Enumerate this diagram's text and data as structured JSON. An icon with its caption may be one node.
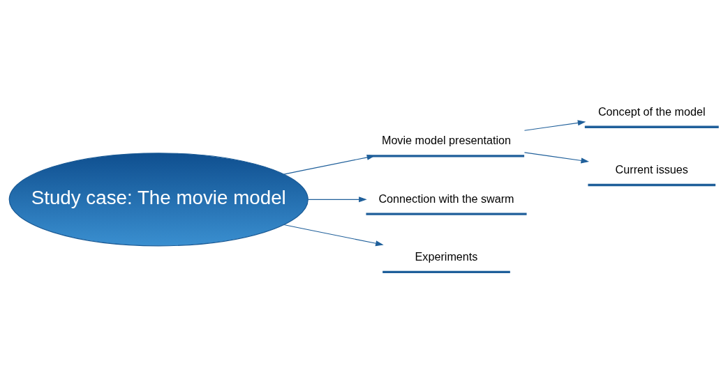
{
  "diagram": {
    "nodes": [
      {
        "text": [
          "Study case: The movie model"
        ]
      },
      {
        "text": [
          "Movie model presentation"
        ]
      },
      {
        "text": [
          "Connection with the swarm"
        ]
      },
      {
        "text": [
          "Experiments"
        ]
      },
      {
        "text": [
          "Concept of the model"
        ]
      },
      {
        "text": [
          "Current issues"
        ]
      }
    ],
    "edges": [
      {
        "from": 0,
        "to": 1,
        "arrow": "to"
      },
      {
        "from": 0,
        "to": 2,
        "arrow": "to"
      },
      {
        "from": 0,
        "to": 3,
        "arrow": "to"
      },
      {
        "from": 1,
        "to": 4,
        "arrow": "to"
      },
      {
        "from": 1,
        "to": 5,
        "arrow": "to"
      }
    ]
  }
}
